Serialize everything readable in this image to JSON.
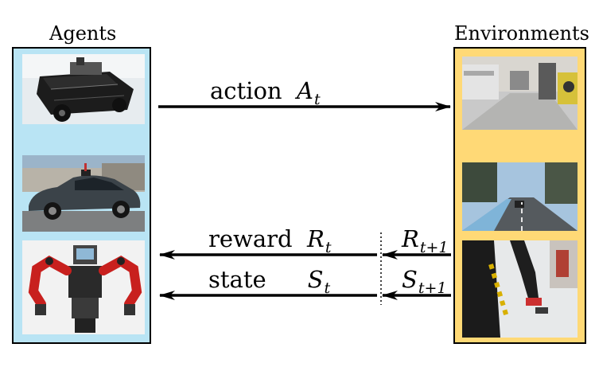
{
  "agents": {
    "title": "Agents"
  },
  "environments": {
    "title": "Environments"
  },
  "colors": {
    "agents_panel": "#b9e4f4",
    "environments_panel": "#ffd976",
    "arrow": "#000000"
  },
  "signals": {
    "action": {
      "word": "action",
      "symbol": "A",
      "subscript": "t"
    },
    "reward": {
      "word": "reward",
      "symbol": "R",
      "subscript": "t",
      "next_symbol": "R",
      "next_subscript": "t+1"
    },
    "state": {
      "word": "state",
      "symbol": "S",
      "subscript": "t",
      "next_symbol": "S",
      "next_subscript": "t+1"
    }
  }
}
